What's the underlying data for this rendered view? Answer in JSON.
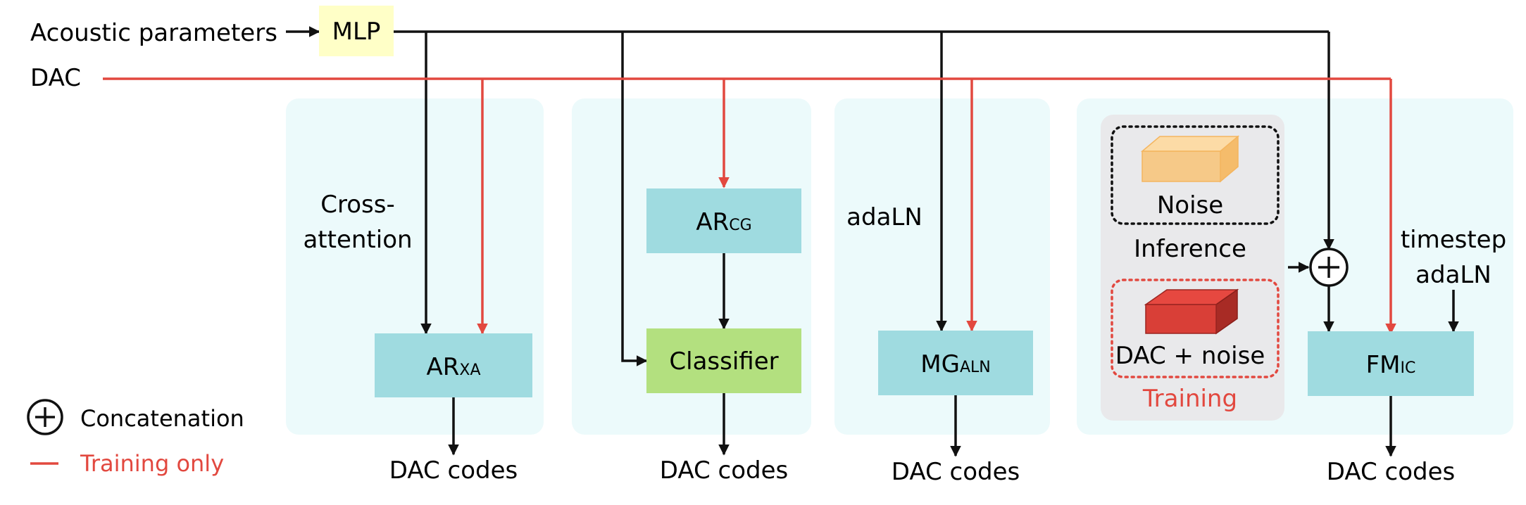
{
  "inputs": {
    "acoustic": "Acoustic parameters",
    "dac": "DAC"
  },
  "mlp": "MLP",
  "panels": {
    "ar_xa": {
      "cond": [
        "Cross-",
        "attention"
      ],
      "model_base": "AR",
      "model_sub": "XA",
      "output": "DAC codes"
    },
    "ar_cg": {
      "model_base": "AR",
      "model_sub": "CG",
      "classifier": "Classifier",
      "output": "DAC codes"
    },
    "mg_aln": {
      "cond": "adaLN",
      "model_base": "MG",
      "model_sub": "ALN",
      "output": "DAC codes"
    },
    "fm_ic": {
      "noise": "Noise",
      "inference": "Inference",
      "dac_noise": "DAC + noise",
      "training": "Training",
      "concat_symbol": "+",
      "cond": [
        "timestep",
        "adaLN"
      ],
      "model_base": "FM",
      "model_sub": "IC",
      "output": "DAC codes"
    }
  },
  "legend": {
    "concat_symbol": "+",
    "concat_label": "Concatenation",
    "training_label": "Training only"
  },
  "colors": {
    "panel_bg": "#ecfafb",
    "model_box": "#9fdbe0",
    "classifier_box": "#b3e07f",
    "mlp_box": "#ffffc7",
    "training_red": "#e2483f",
    "gray_box": "#e9e9eb"
  }
}
